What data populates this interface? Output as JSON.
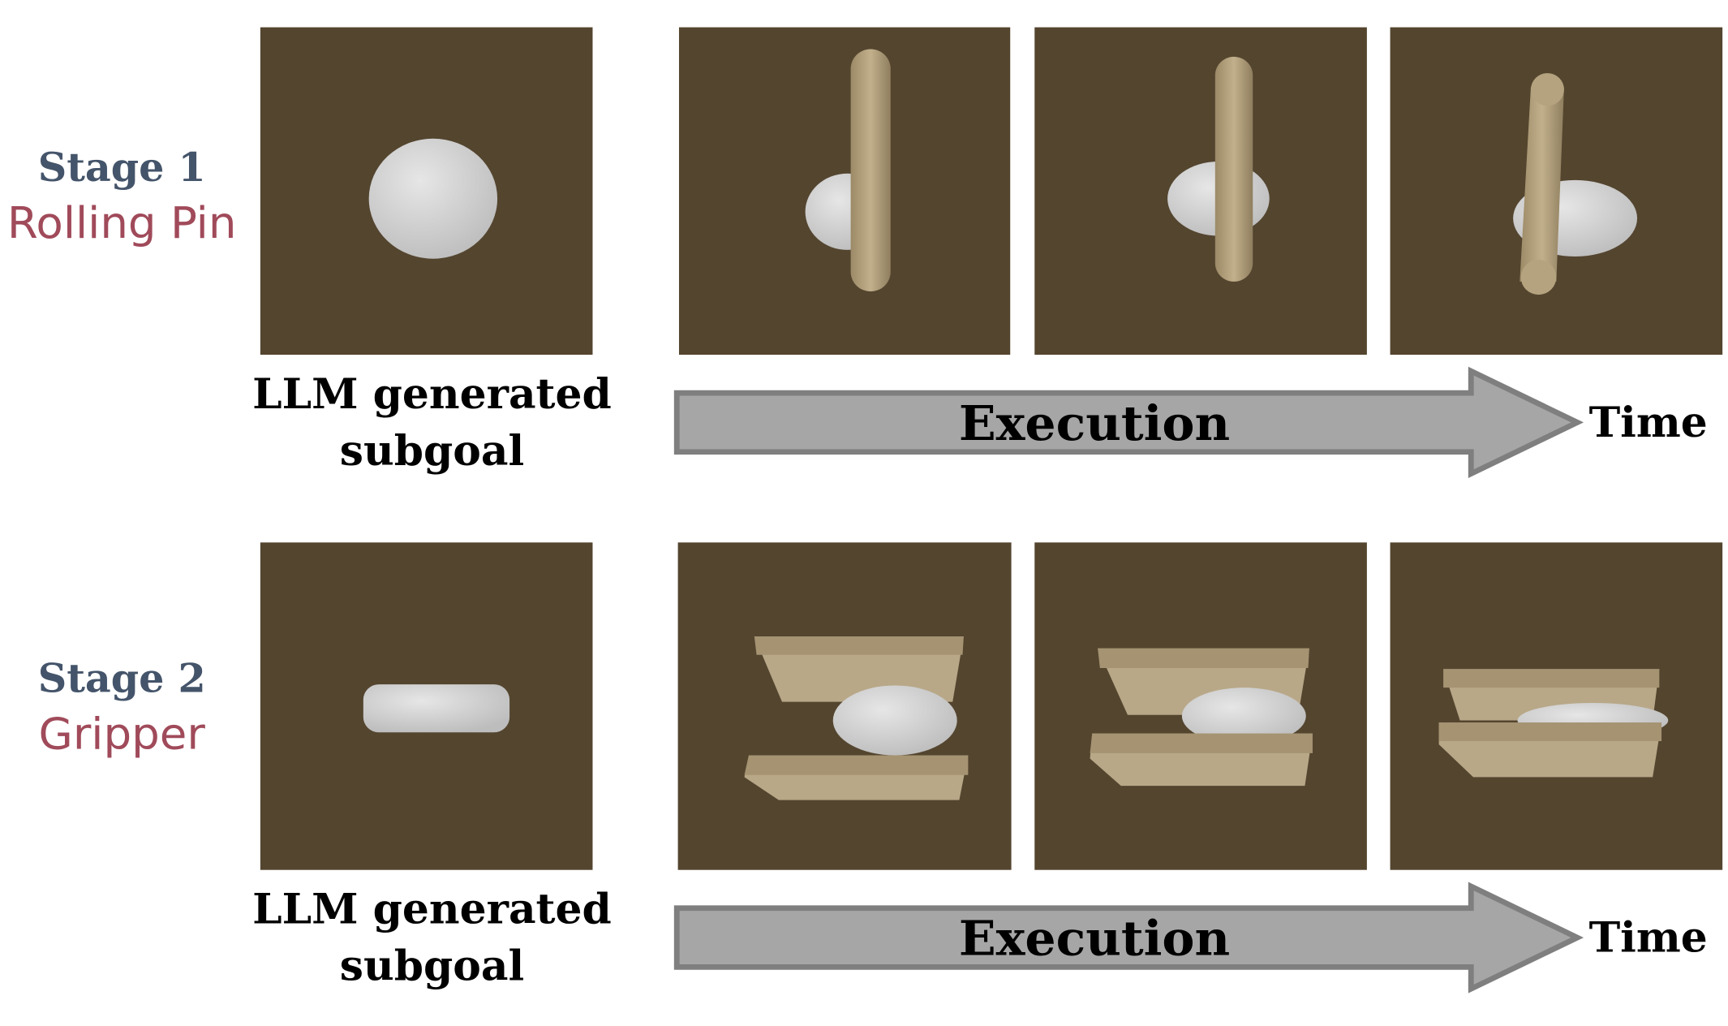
{
  "colors": {
    "panel": "#54452f",
    "stage_label": "#44546a",
    "tool_label": "#a04a5a",
    "arrow_fill": "#a6a6a6",
    "arrow_stroke": "#7f7f7f",
    "dough": "#dadada",
    "tool": "#b8a784"
  },
  "stages": [
    {
      "stage_label": "Stage 1",
      "tool_label": "Rolling Pin",
      "subgoal_line1": "LLM generated",
      "subgoal_line2": "subgoal",
      "arrow_label": "Execution",
      "time_label": "Time"
    },
    {
      "stage_label": "Stage 2",
      "tool_label": "Gripper",
      "subgoal_line1": "LLM generated",
      "subgoal_line2": "subgoal",
      "arrow_label": "Execution",
      "time_label": "Time"
    }
  ]
}
